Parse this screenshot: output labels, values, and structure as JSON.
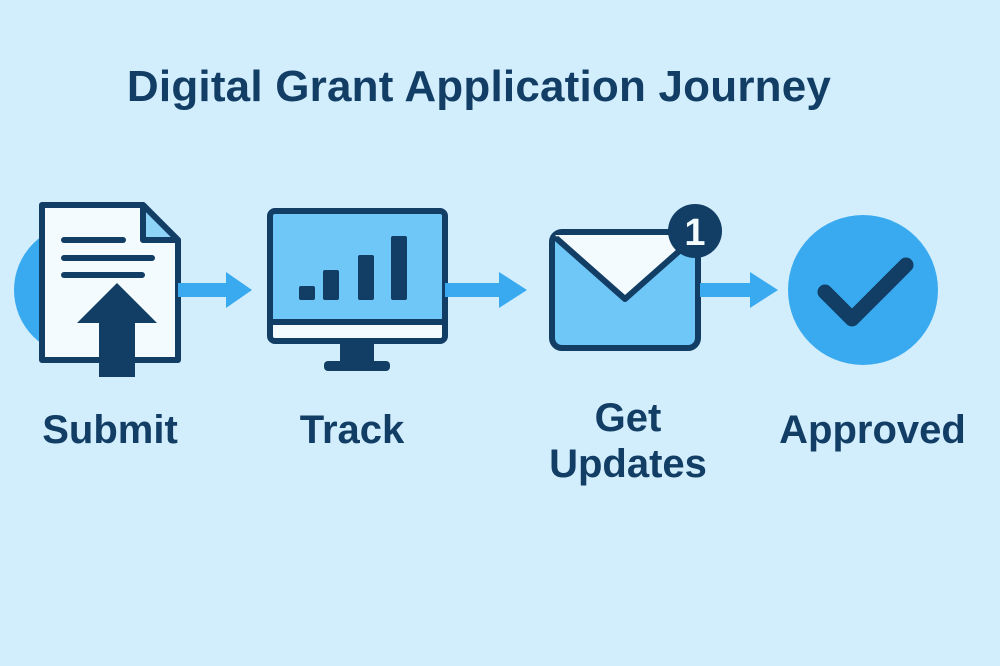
{
  "title": "Digital Grant Application Journey",
  "steps": [
    {
      "label": "Submit",
      "icon": "document-upload-icon"
    },
    {
      "label": "Track",
      "icon": "monitor-bar-chart-icon"
    },
    {
      "label": "Get Updates",
      "icon": "envelope-notification-icon"
    },
    {
      "label": "Approved",
      "icon": "checkmark-circle-icon"
    }
  ],
  "notification_badge": "1",
  "colors": {
    "background": "#d2eefd",
    "dark_navy": "#123d64",
    "accent_blue": "#3aaaf0",
    "light_blue": "#6ec7f7",
    "paper": "#f3fbff"
  }
}
